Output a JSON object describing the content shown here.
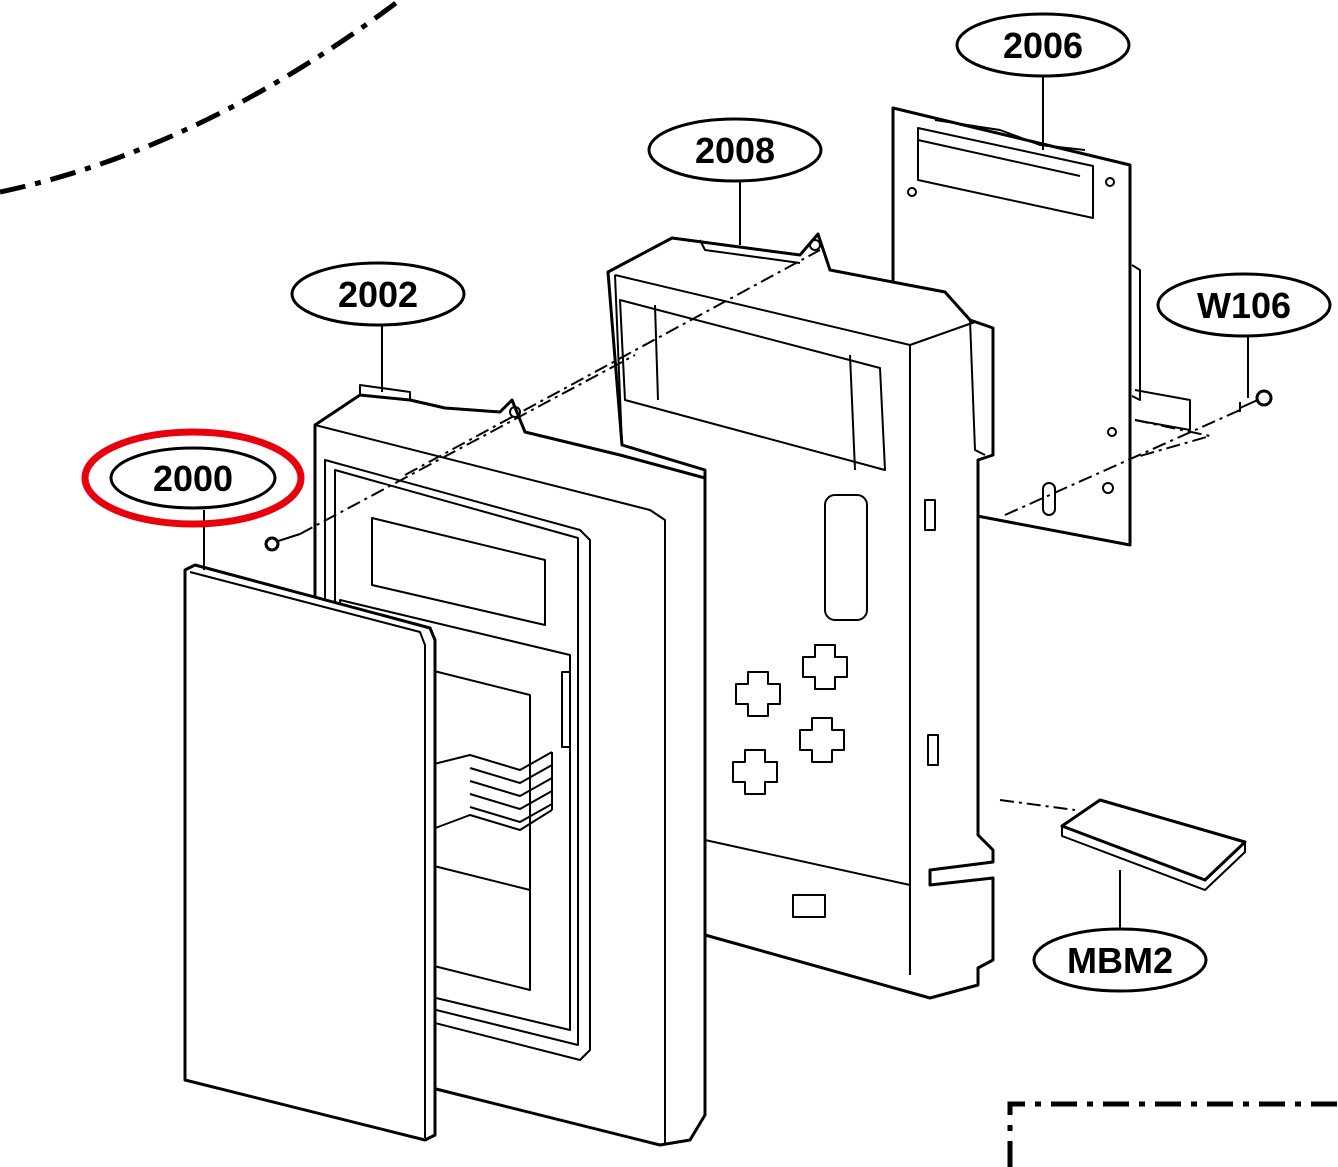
{
  "callouts": [
    {
      "id": "2006",
      "label": "2006"
    },
    {
      "id": "2008",
      "label": "2008"
    },
    {
      "id": "2002",
      "label": "2002"
    },
    {
      "id": "W106",
      "label": "W106"
    },
    {
      "id": "2000",
      "label": "2000",
      "highlighted": true
    },
    {
      "id": "MBM2",
      "label": "MBM2"
    }
  ],
  "colors": {
    "highlight": "#e8000d",
    "line": "#000000",
    "background": "#ffffff"
  }
}
